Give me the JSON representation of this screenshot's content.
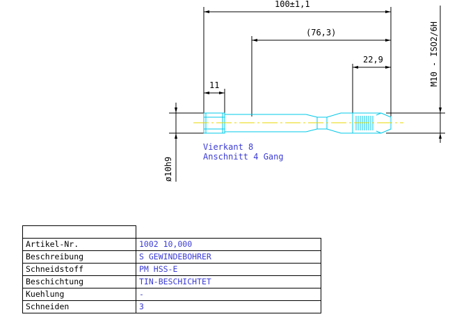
{
  "dimensions": {
    "overall_length": "100±1,1",
    "shank_length": "(76,3)",
    "thread_length": "22,9",
    "square_length": "11",
    "diameter": "ø10h9",
    "thread_spec": "M10 - ISO2/6H"
  },
  "notes": {
    "square": "Vierkant 8",
    "chamfer": "Anschnitt 4 Gang"
  },
  "table": {
    "rows": [
      {
        "label": "Artikel-Nr.",
        "value": "1002 10,000"
      },
      {
        "label": "Beschreibung",
        "value": "S GEWINDEBOHRER"
      },
      {
        "label": "Schneidstoff",
        "value": "PM HSS-E"
      },
      {
        "label": "Beschichtung",
        "value": "TIN-BESCHICHTET"
      },
      {
        "label": "Kuehlung",
        "value": "-"
      },
      {
        "label": "Schneiden",
        "value": "3"
      }
    ]
  },
  "colors": {
    "dimension": "#000000",
    "outline": "#00c8e8",
    "centerline": "#e8d800",
    "note": "#3b3bd6"
  }
}
